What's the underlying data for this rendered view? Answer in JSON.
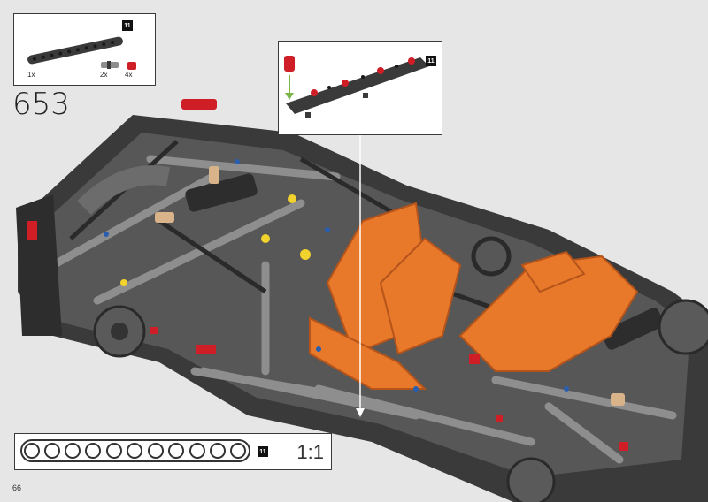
{
  "step_number": "653",
  "parts_list": {
    "items": [
      {
        "qty": "1x",
        "badge": "11"
      },
      {
        "qty": "2x"
      },
      {
        "qty": "4x"
      }
    ]
  },
  "callout": {
    "badge": "11"
  },
  "scale_bar": {
    "badge": "11",
    "ratio": "1:1"
  },
  "page_number": "66",
  "colors": {
    "background": "#e6e6e6",
    "dark_gray": "#3b3b3b",
    "light_gray": "#8d8d8d",
    "orange": "#e8782a",
    "red": "#d01e26",
    "yellow": "#f2d22c"
  }
}
